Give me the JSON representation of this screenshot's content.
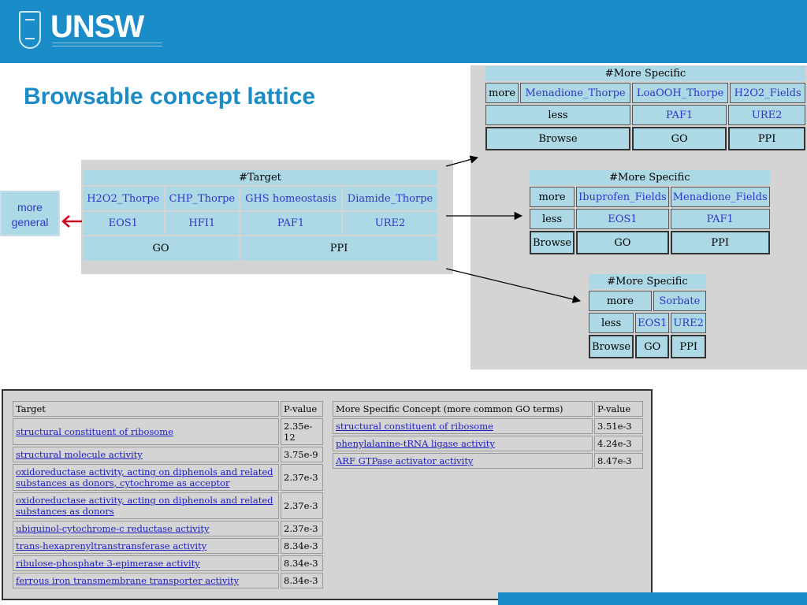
{
  "header": {
    "logo_text": "UNSW"
  },
  "slide_title": "Browsable concept lattice",
  "more_general_label": "more general",
  "target_panel": {
    "header": "#Target",
    "concepts": [
      "H2O2_Thorpe",
      "CHP_Thorpe",
      "GHS homeostasis",
      "Diamide_Thorpe"
    ],
    "genes": [
      "EOS1",
      "HFI1",
      "PAF1",
      "URE2"
    ],
    "links": [
      "GO",
      "PPI"
    ]
  },
  "specific_panels": [
    {
      "header": "#More Specific",
      "more_label": "more",
      "concepts": [
        "Menadione_Thorpe",
        "LoaOOH_Thorpe",
        "H2O2_Fields"
      ],
      "less_label": "less",
      "genes": [
        "PAF1",
        "URE2"
      ],
      "browse_label": "Browse",
      "links": [
        "GO",
        "PPI"
      ]
    },
    {
      "header": "#More Specific",
      "more_label": "more",
      "concepts": [
        "Ibuprofen_Fields",
        "Menadione_Fields"
      ],
      "less_label": "less",
      "genes": [
        "EOS1",
        "PAF1"
      ],
      "browse_label": "Browse",
      "links": [
        "GO",
        "PPI"
      ]
    },
    {
      "header": "#More Specific",
      "more_label": "more",
      "concepts": [
        "Sorbate"
      ],
      "less_label": "less",
      "genes": [
        "EOS1",
        "URE2"
      ],
      "browse_label": "Browse",
      "links": [
        "GO",
        "PPI"
      ]
    }
  ],
  "target_table": {
    "headers": [
      "Target",
      "P-value"
    ],
    "rows": [
      {
        "term": "structural constituent of ribosome",
        "p": "2.35e-12"
      },
      {
        "term": "structural molecule activity",
        "p": "3.75e-9"
      },
      {
        "term": "oxidoreductase activity, acting on diphenols and related substances as donors, cytochrome as acceptor",
        "p": "2.37e-3"
      },
      {
        "term": "oxidoreductase activity, acting on diphenols and related substances as donors",
        "p": "2.37e-3"
      },
      {
        "term": "ubiquinol-cytochrome-c reductase activity",
        "p": "2.37e-3"
      },
      {
        "term": "trans-hexaprenyltranstransferase activity",
        "p": "8.34e-3"
      },
      {
        "term": "ribulose-phosphate 3-epimerase activity",
        "p": "8.34e-3"
      },
      {
        "term": "ferrous iron transmembrane transporter activity",
        "p": "8.34e-3"
      }
    ]
  },
  "specific_table": {
    "headers": [
      "More Specific Concept (more common GO terms)",
      "P-value"
    ],
    "rows": [
      {
        "term": "structural constituent of ribosome",
        "p": "3.51e-3"
      },
      {
        "term": "phenylalanine-tRNA ligase activity",
        "p": "4.24e-3"
      },
      {
        "term": "ARF GTPase activator activity",
        "p": "8.47e-3"
      }
    ]
  },
  "colors": {
    "brand_blue": "#1a8cc7",
    "cell_blue": "#add8e6",
    "panel_gray": "#d4d4d4",
    "link_blue": "#1a1ac0",
    "arrow_red": "#d0021b"
  }
}
